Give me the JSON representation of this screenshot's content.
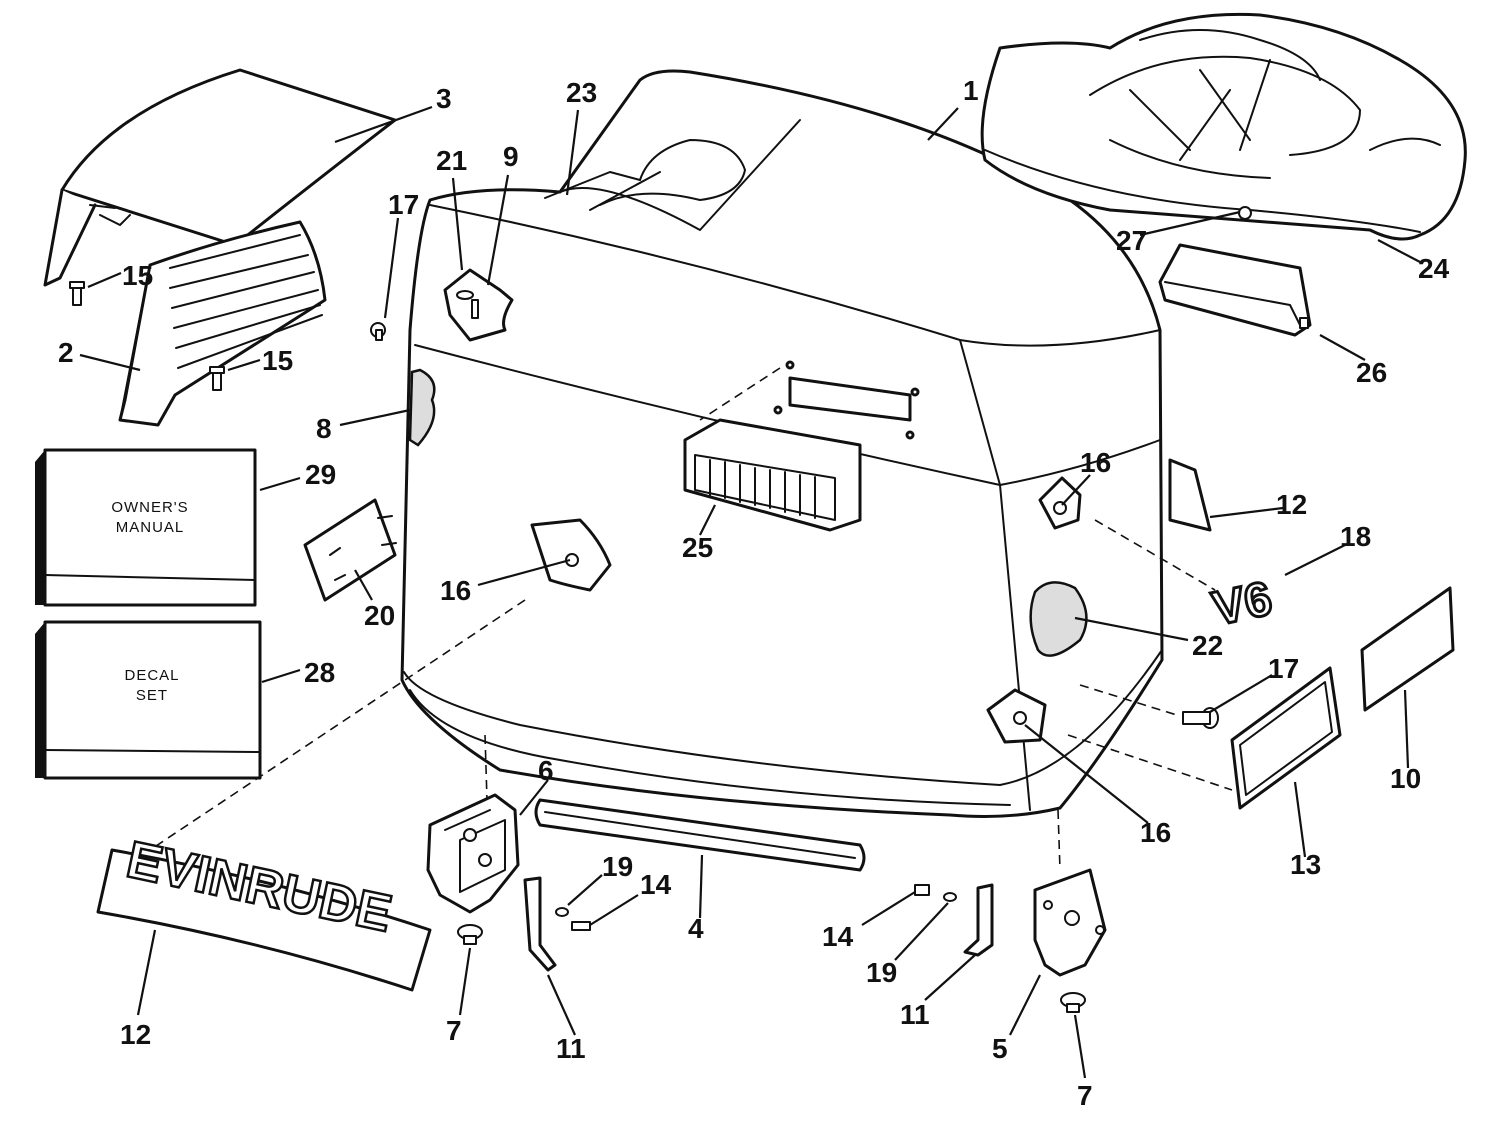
{
  "labels": {
    "l1": "1",
    "l2": "2",
    "l3": "3",
    "l4": "4",
    "l5": "5",
    "l6": "6",
    "l7a": "7",
    "l7b": "7",
    "l8": "8",
    "l9": "9",
    "l10": "10",
    "l11a": "11",
    "l11b": "11",
    "l12a": "12",
    "l12b": "12",
    "l13": "13",
    "l14a": "14",
    "l14b": "14",
    "l15a": "15",
    "l15b": "15",
    "l16a": "16",
    "l16b": "16",
    "l16c": "16",
    "l17a": "17",
    "l17b": "17",
    "l18": "18",
    "l19a": "19",
    "l19b": "19",
    "l20": "20",
    "l21": "21",
    "l22": "22",
    "l23": "23",
    "l24": "24",
    "l25": "25",
    "l26": "26",
    "l27": "27",
    "l28": "28",
    "l29": "29"
  },
  "manual_box": {
    "line1": "OWNER'S",
    "line2": "MANUAL"
  },
  "decal_box": {
    "line1": "DECAL",
    "line2": "SET"
  },
  "emblem_text": "EVINRUDE",
  "badge_text": "V6"
}
